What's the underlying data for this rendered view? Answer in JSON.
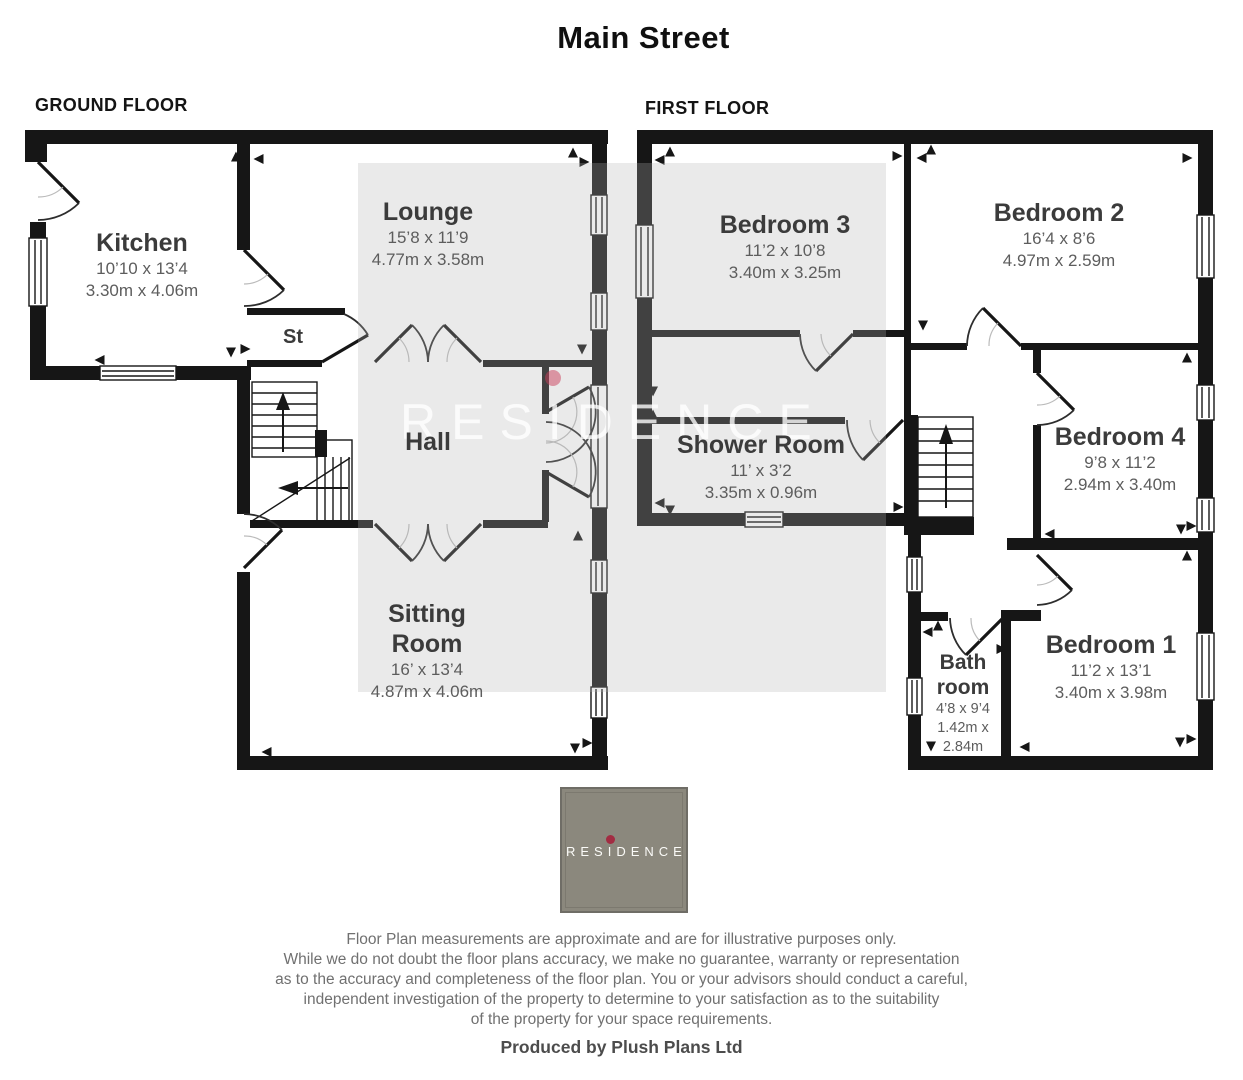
{
  "title": "Main Street",
  "ground_floor": {
    "label": "GROUND FLOOR",
    "kitchen": {
      "name": "Kitchen",
      "imperial": "10’10 x 13’4",
      "metric": "3.30m x 4.06m"
    },
    "lounge": {
      "name": "Lounge",
      "imperial": "15’8 x 11’9",
      "metric": "4.77m x 3.58m"
    },
    "store": {
      "name": "St"
    },
    "hall": {
      "name": "Hall"
    },
    "sitting_room": {
      "name_line1": "Sitting",
      "name_line2": "Room",
      "imperial": "16’ x 13’4",
      "metric": "4.87m x 4.06m"
    }
  },
  "first_floor": {
    "label": "FIRST FLOOR",
    "bedroom3": {
      "name": "Bedroom 3",
      "imperial": "11’2 x 10’8",
      "metric": "3.40m x 3.25m"
    },
    "bedroom2": {
      "name": "Bedroom 2",
      "imperial": "16’4 x 8’6",
      "metric": "4.97m x 2.59m"
    },
    "shower_room": {
      "name": "Shower Room",
      "imperial": "11’ x 3’2",
      "metric": "3.35m x 0.96m"
    },
    "bedroom4": {
      "name": "Bedroom 4",
      "imperial": "9’8 x 11’2",
      "metric": "2.94m x 3.40m"
    },
    "bathroom": {
      "name_line1": "Bath",
      "name_line2": "room",
      "imperial": "4’8 x 9’4",
      "metric_line1": "1.42m x",
      "metric_line2": "2.84m"
    },
    "bedroom1": {
      "name": "Bedroom 1",
      "imperial": "11’2 x 13’1",
      "metric": "3.40m x 3.98m"
    }
  },
  "watermark": {
    "text": "RESIDENCE"
  },
  "logo": {
    "text": "RESIDENCE",
    "bg_color": "#8b887d",
    "dot_color": "#a22c42"
  },
  "disclaimer": {
    "line1": "Floor Plan measurements are approximate and are for illustrative purposes only.",
    "line2": "While we do not doubt the floor plans accuracy, we make no guarantee, warranty or representation",
    "line3": "as to the accuracy and completeness of the floor plan. You or your advisors should conduct a careful,",
    "line4": "independent investigation of the property to determine to your satisfaction as to the suitability",
    "line5": "of the property for your space requirements."
  },
  "credit": "Produced by Plush Plans Ltd",
  "colors": {
    "wall": "#161616"
  }
}
